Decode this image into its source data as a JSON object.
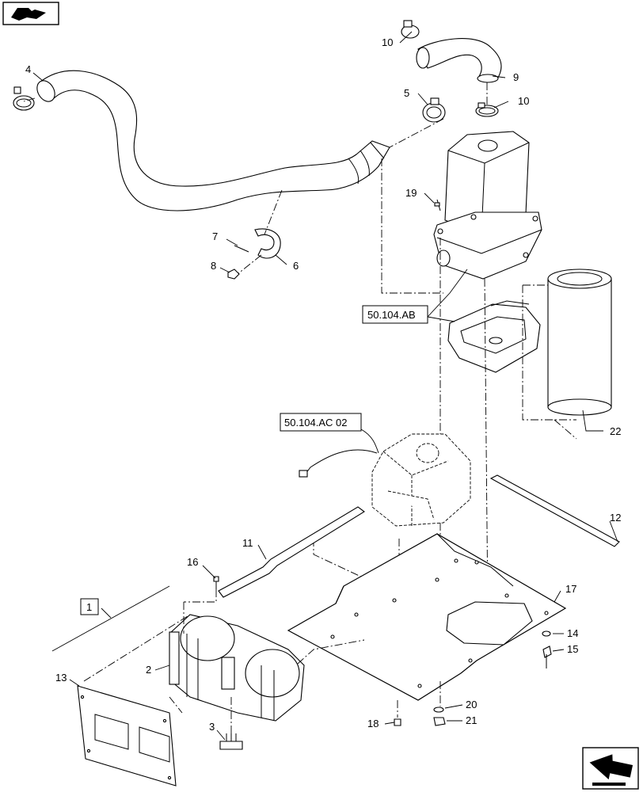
{
  "callouts": {
    "c1": "1",
    "c2": "2",
    "c3": "3",
    "c4": "4",
    "c5": "5",
    "c6": "6",
    "c7": "7",
    "c8": "8",
    "c9": "9",
    "c10a": "10",
    "c10b": "10",
    "c11": "11",
    "c12": "12",
    "c13": "13",
    "c14": "14",
    "c15": "15",
    "c16": "16",
    "c17": "17",
    "c18": "18",
    "c19": "19",
    "c20": "20",
    "c21": "21",
    "c22": "22"
  },
  "references": {
    "ref_ab": "50.104.AB",
    "ref_ac": "50.104.AC 02"
  },
  "icons": {
    "top_left": "book-arrow-icon",
    "bottom_right": "next-page-arrow-icon"
  }
}
